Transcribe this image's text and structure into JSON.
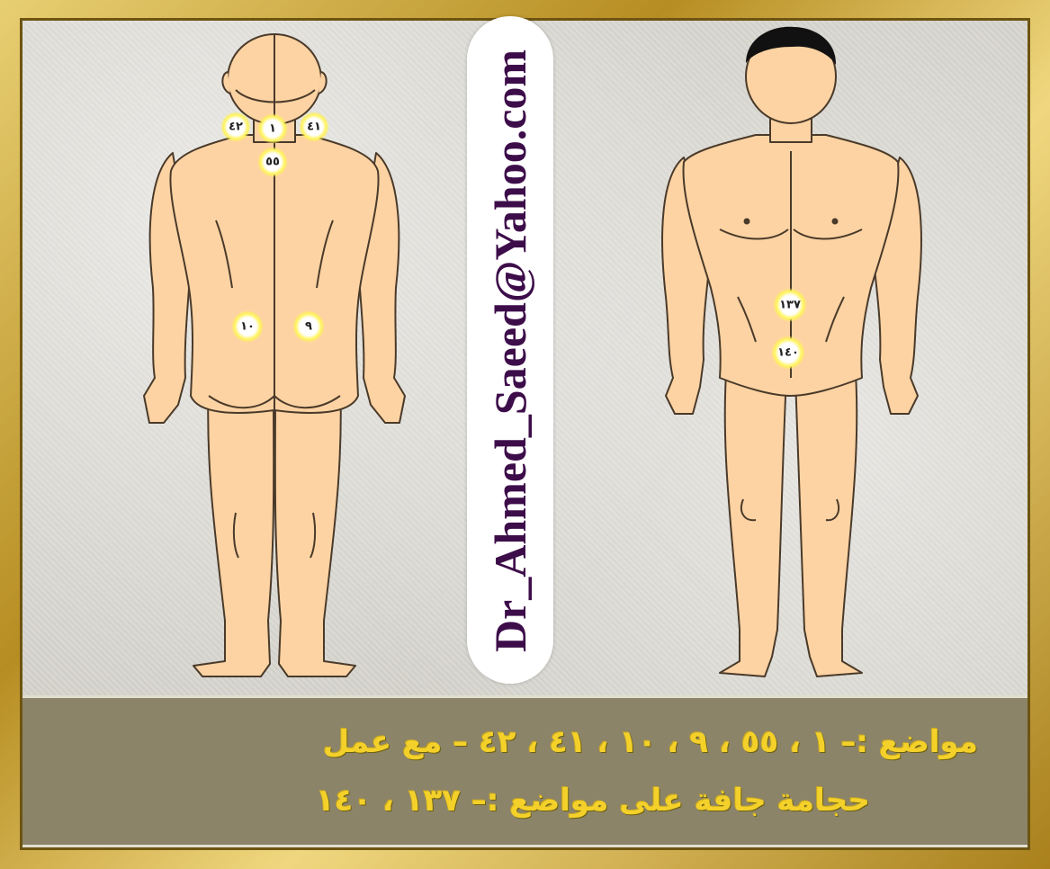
{
  "watermark": {
    "email": "Dr_Ahmed_Saeed@Yahoo.com"
  },
  "caption": {
    "line1": "مواضع :– ١ ، ٥٥ ، ٩ ، ١٠ ، ٤١ ، ٤٢ – مع عمل",
    "line2": "حجامة جافة على مواضع :– ١٣٧ ، ١٤٠"
  },
  "back_view": {
    "points": [
      {
        "id": "42",
        "label": "٤٢"
      },
      {
        "id": "1",
        "label": "١"
      },
      {
        "id": "41",
        "label": "٤١"
      },
      {
        "id": "55",
        "label": "٥٥"
      },
      {
        "id": "10",
        "label": "١٠"
      },
      {
        "id": "9",
        "label": "٩"
      }
    ]
  },
  "front_view": {
    "points": [
      {
        "id": "137",
        "label": "١٣٧"
      },
      {
        "id": "140",
        "label": "١٤٠"
      }
    ]
  },
  "colors": {
    "skin": "#fdd3a3",
    "outline": "#4a3a2a",
    "marker_glow": "#fff35a",
    "caption_text": "#f4d12a",
    "caption_band": "#8c8468",
    "email": "#3d0d4a"
  }
}
